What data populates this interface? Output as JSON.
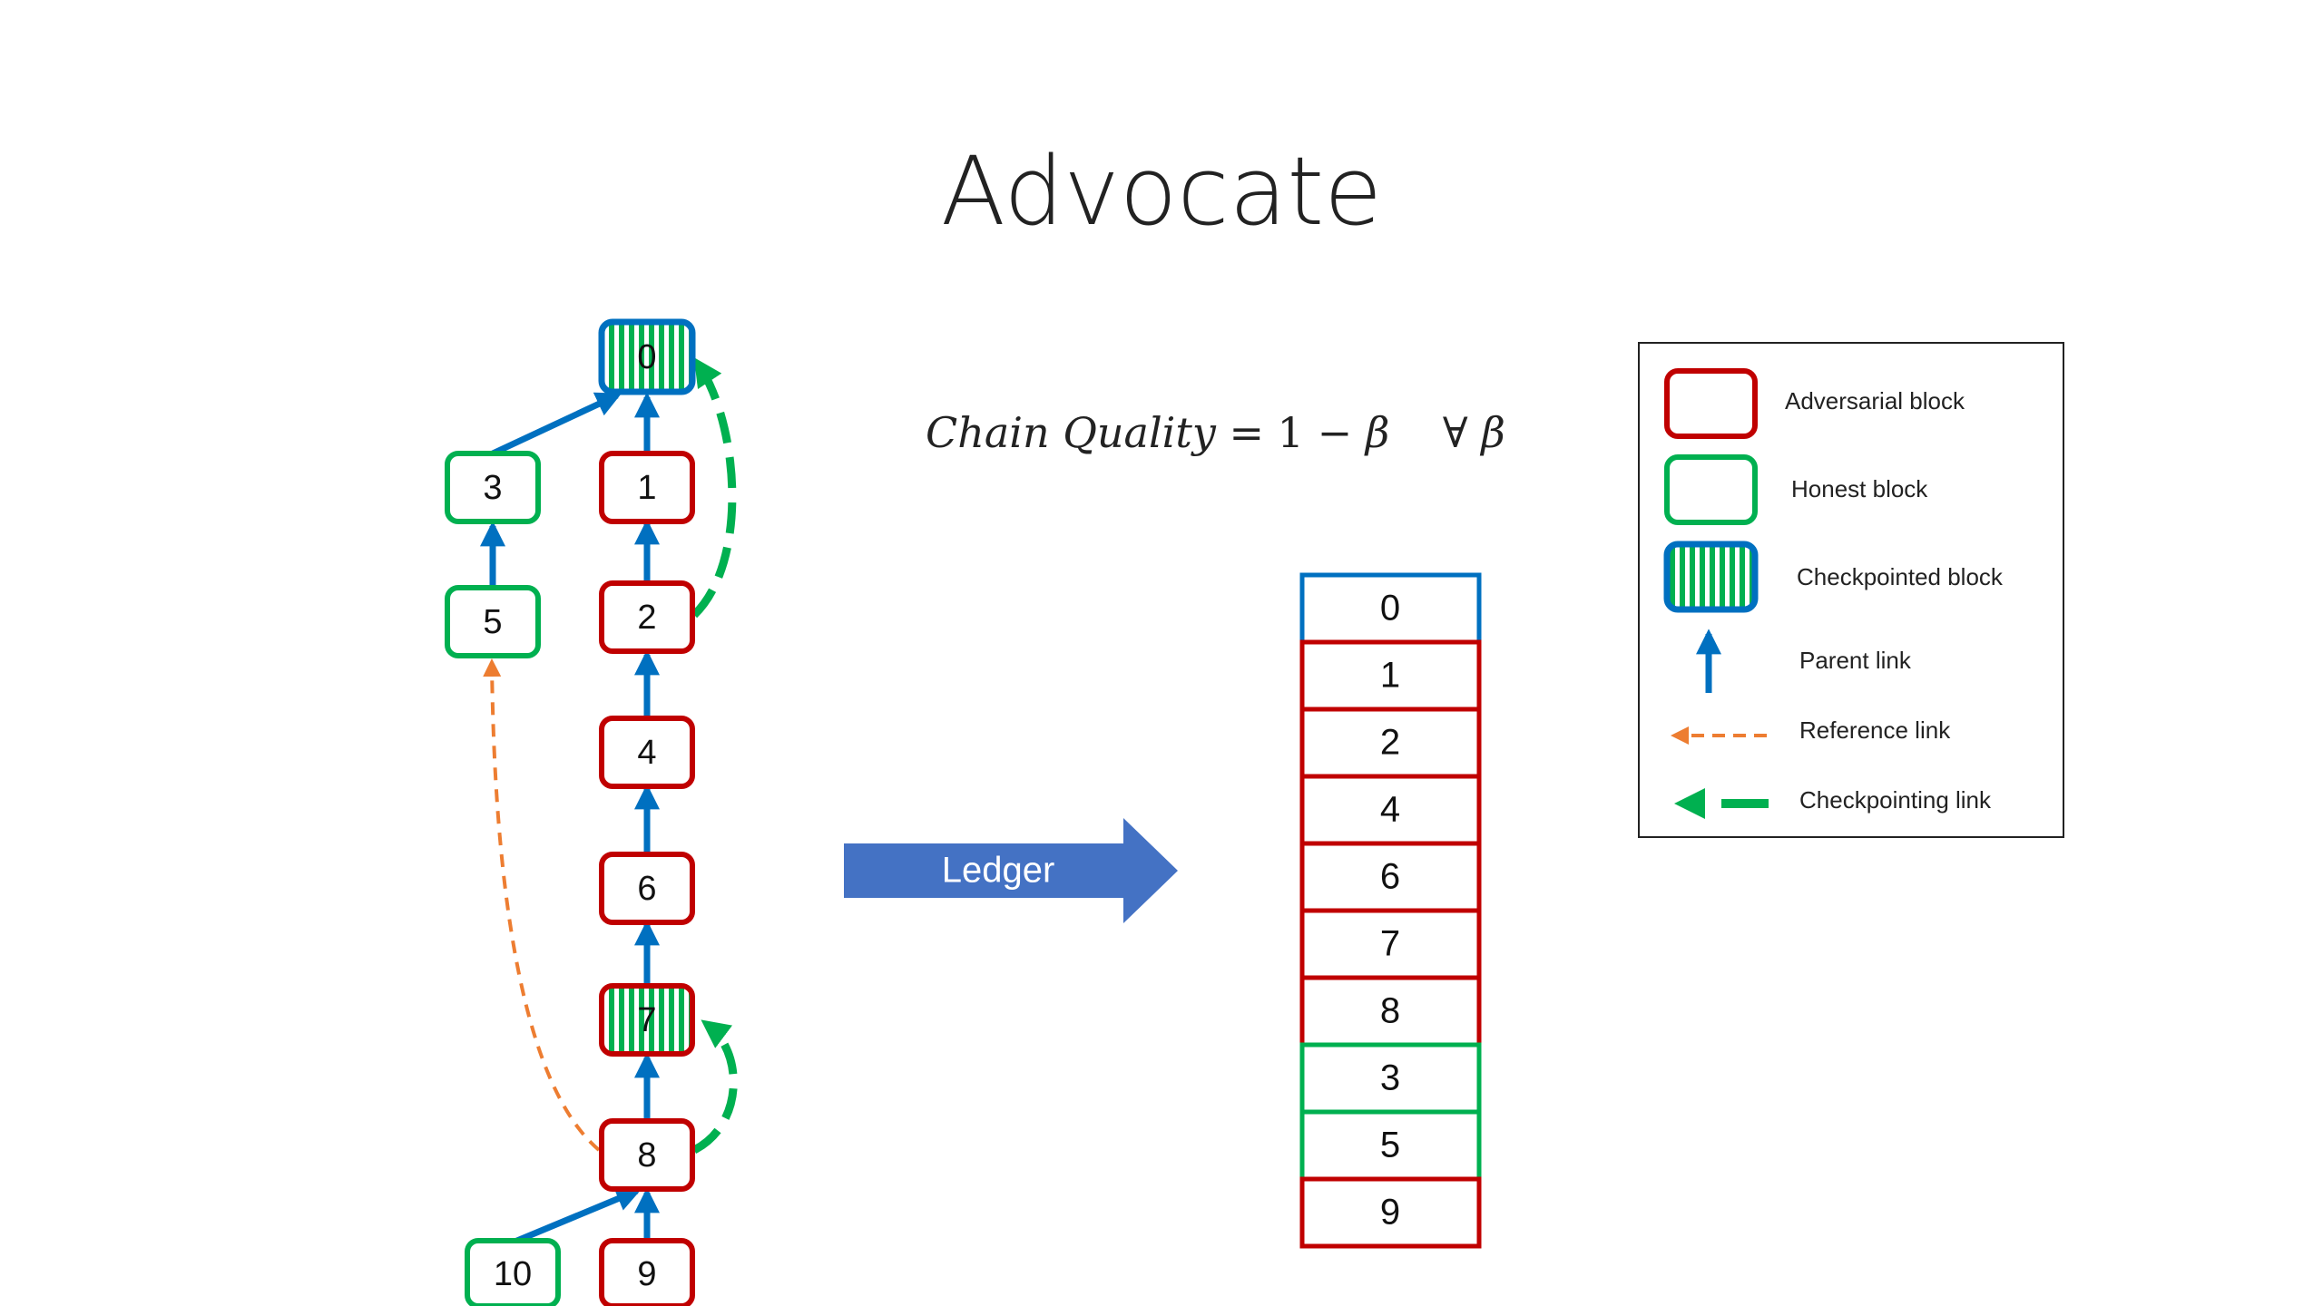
{
  "slide": {
    "title": "Advocate"
  },
  "formula": {
    "lhs": "Chain Quality",
    "eq": "=",
    "rhs_one": "1",
    "minus": "−",
    "rhs_beta": "β",
    "forall": "∀",
    "beta": "β"
  },
  "dag": {
    "blocks": [
      {
        "id": "b0",
        "label": "0",
        "kind": "checkpointed"
      },
      {
        "id": "b1",
        "label": "1",
        "kind": "adversarial"
      },
      {
        "id": "b2",
        "label": "2",
        "kind": "adversarial"
      },
      {
        "id": "b3",
        "label": "3",
        "kind": "honest"
      },
      {
        "id": "b4",
        "label": "4",
        "kind": "adversarial"
      },
      {
        "id": "b5",
        "label": "5",
        "kind": "honest"
      },
      {
        "id": "b6",
        "label": "6",
        "kind": "adversarial"
      },
      {
        "id": "b7",
        "label": "7",
        "kind": "checkpointed"
      },
      {
        "id": "b8",
        "label": "8",
        "kind": "adversarial"
      },
      {
        "id": "b9",
        "label": "9",
        "kind": "adversarial"
      },
      {
        "id": "b10",
        "label": "10",
        "kind": "honest"
      }
    ]
  },
  "arrow": {
    "label": "Ledger"
  },
  "ledger": {
    "entries": [
      {
        "label": "0",
        "kind": "checkpointed"
      },
      {
        "label": "1",
        "kind": "adversarial"
      },
      {
        "label": "2",
        "kind": "adversarial"
      },
      {
        "label": "4",
        "kind": "adversarial"
      },
      {
        "label": "6",
        "kind": "adversarial"
      },
      {
        "label": "7",
        "kind": "adversarial"
      },
      {
        "label": "8",
        "kind": "adversarial"
      },
      {
        "label": "3",
        "kind": "honest"
      },
      {
        "label": "5",
        "kind": "honest"
      },
      {
        "label": "9",
        "kind": "adversarial"
      }
    ]
  },
  "legend": {
    "adversarial": "Adversarial block",
    "honest": "Honest block",
    "checkpointed": "Checkpointed block",
    "parent": "Parent link",
    "reference": "Reference link",
    "checkpointing": "Checkpointing link"
  },
  "colors": {
    "adversarial": "#c00000",
    "honest": "#00b050",
    "checkpoint_border": "#0070c0",
    "parent_link": "#0070c0",
    "reference_link": "#ed7d31",
    "checkpoint_link": "#00b050",
    "arrow_fill": "#4472c4"
  }
}
